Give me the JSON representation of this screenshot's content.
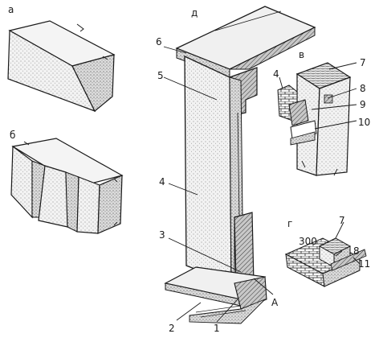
{
  "labels": {
    "a": "а",
    "b": "б",
    "v": "в",
    "g": "г",
    "d": "д",
    "n1": "1",
    "n2": "2",
    "n3": "3",
    "n4_wall": "4",
    "n4_detail": "4",
    "n5": "5",
    "n6": "6",
    "n7_top": "7",
    "n7_bottom": "7",
    "n8_top": "8",
    "n8_bottom": "8",
    "n9": "9",
    "n10": "10",
    "n11": "11",
    "dim_300": "300",
    "A": "А"
  },
  "colors": {
    "ink": "#1a1a1a",
    "paper": "#ffffff",
    "face_light": "#f4f4f4",
    "face_mid": "#d9d9d9",
    "face_dark": "#9a9a9a",
    "stipple": "#6a6a6a"
  }
}
